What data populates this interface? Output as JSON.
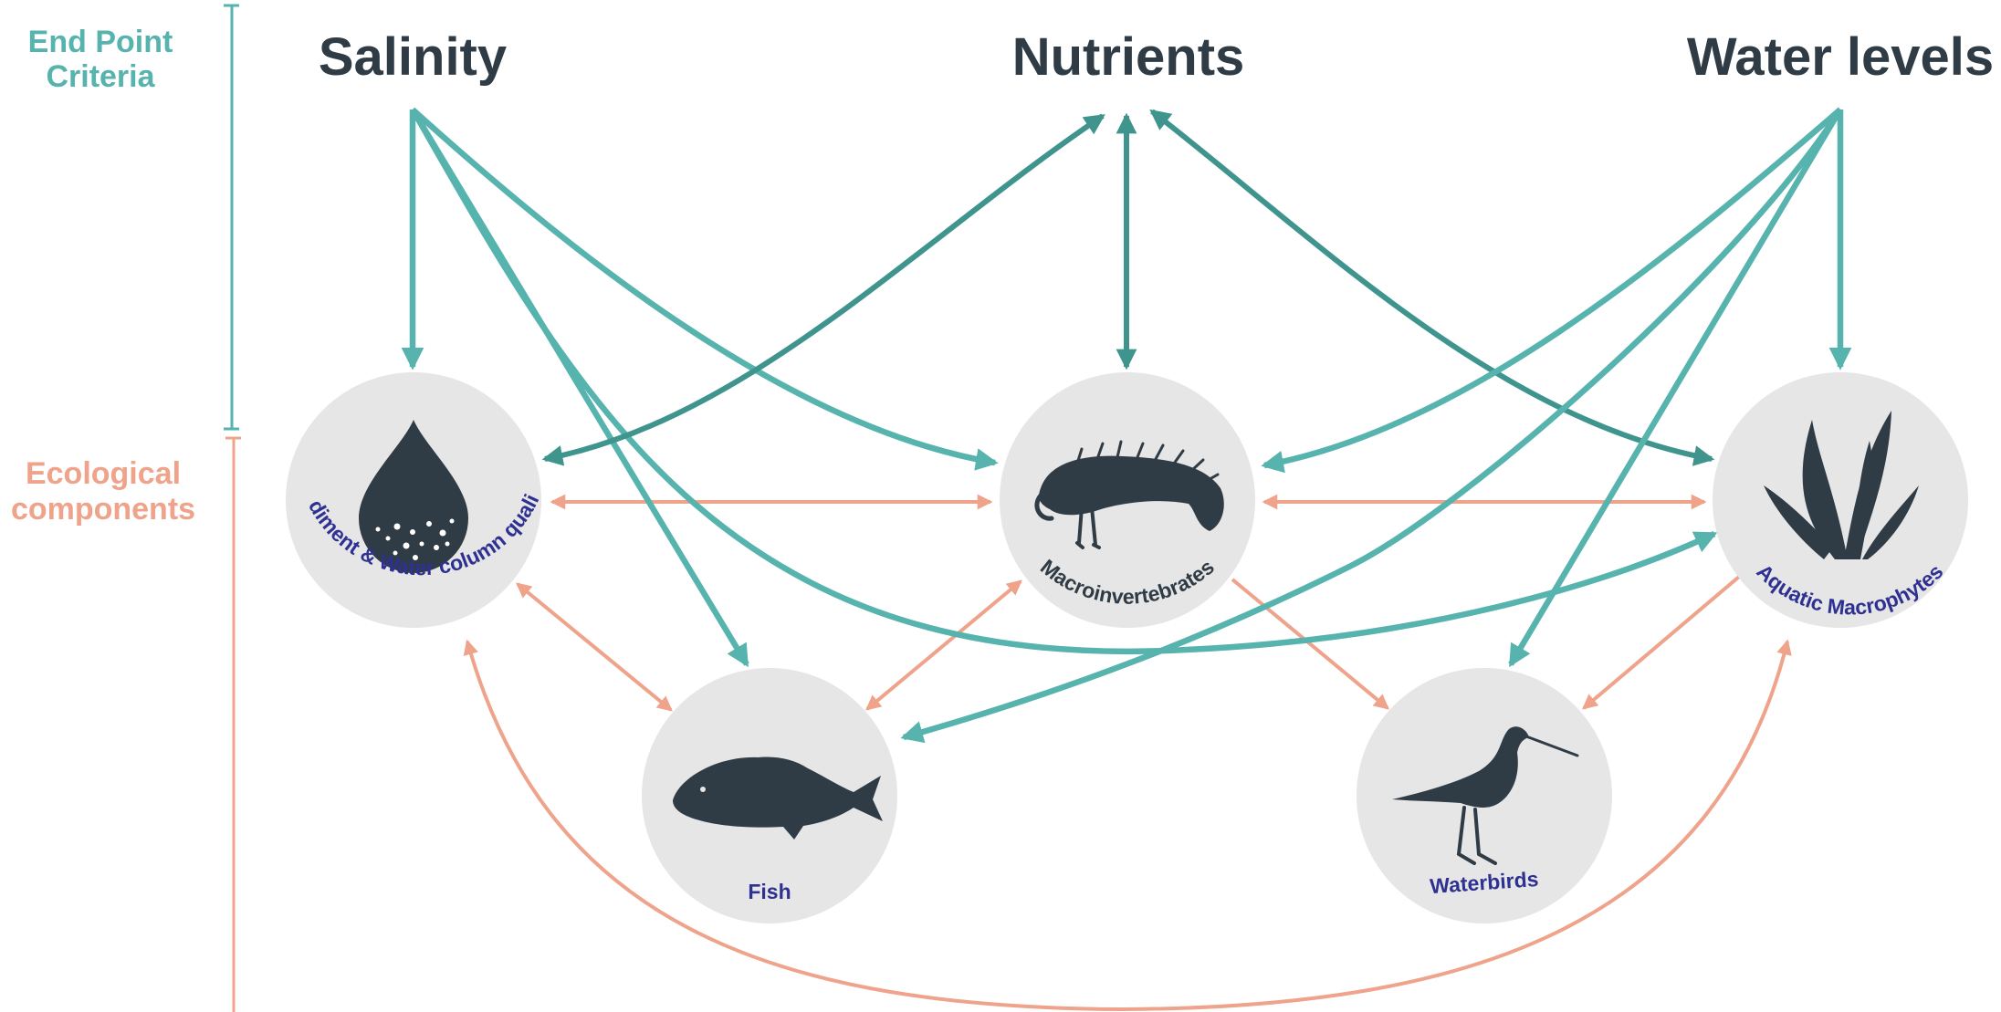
{
  "side_labels": {
    "end_point_line1": "End Point",
    "end_point_line2": "Criteria",
    "ecological_line1": "Ecological",
    "ecological_line2": "components"
  },
  "criteria": {
    "salinity": "Salinity",
    "nutrients": "Nutrients",
    "water_levels": "Water levels"
  },
  "components": {
    "sediment": "Sediment & Water column quality",
    "macroinvertebrates": "Macroinvertebrates",
    "macrophytes": "Aquatic Macrophytes",
    "fish": "Fish",
    "waterbirds": "Waterbirds"
  },
  "colors": {
    "teal": "#56b3ad",
    "teal_dark": "#3f958e",
    "salmon": "#eea38a",
    "title": "#2f3b45",
    "node_label": "#2e3192",
    "node_circle": "#e6e6e7"
  },
  "icons": {
    "sediment": "water-drop-icon",
    "macroinvertebrates": "larva-icon",
    "macrophytes": "aquatic-plant-icon",
    "fish": "fish-icon",
    "waterbirds": "wading-bird-icon"
  }
}
